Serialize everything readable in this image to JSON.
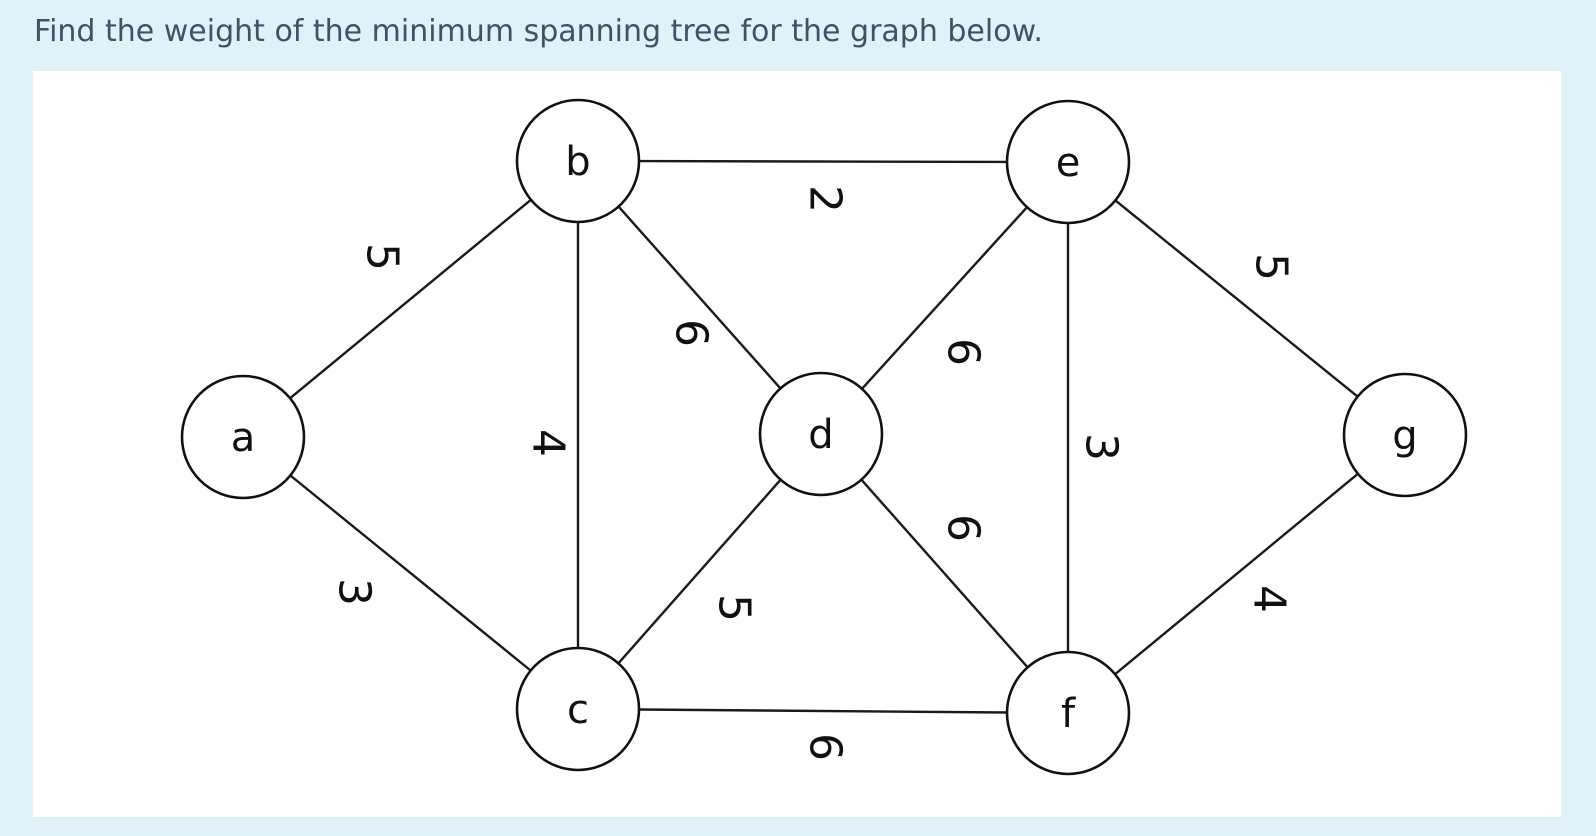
{
  "question": {
    "text": "Find the weight of the minimum spanning tree for the graph below."
  },
  "graph": {
    "nodes": [
      "a",
      "b",
      "c",
      "d",
      "e",
      "f",
      "g"
    ],
    "edges": [
      {
        "from": "a",
        "to": "b",
        "weight": "5"
      },
      {
        "from": "a",
        "to": "c",
        "weight": "3"
      },
      {
        "from": "b",
        "to": "c",
        "weight": "4"
      },
      {
        "from": "b",
        "to": "d",
        "weight": "6"
      },
      {
        "from": "b",
        "to": "e",
        "weight": "2"
      },
      {
        "from": "c",
        "to": "d",
        "weight": "5"
      },
      {
        "from": "c",
        "to": "f",
        "weight": "6"
      },
      {
        "from": "d",
        "to": "e",
        "weight": "6"
      },
      {
        "from": "d",
        "to": "f",
        "weight": "6"
      },
      {
        "from": "e",
        "to": "f",
        "weight": "3"
      },
      {
        "from": "e",
        "to": "g",
        "weight": "5"
      },
      {
        "from": "f",
        "to": "g",
        "weight": "4"
      }
    ]
  }
}
